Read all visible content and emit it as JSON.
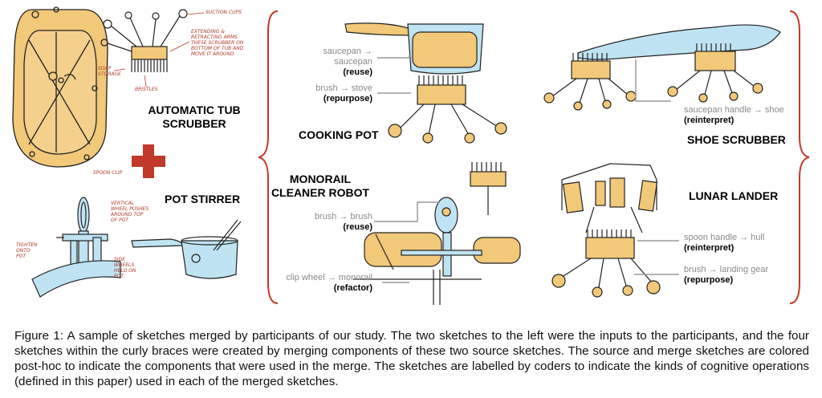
{
  "figure": {
    "source_titles": {
      "tub": "AUTOMATIC TUB SCRUBBER",
      "pot": "POT STIRRER"
    },
    "merge_titles": {
      "cooking_pot": "COOKING POT",
      "shoe_scrubber": "SHOE SCRUBBER",
      "monorail": "MONORAIL CLEANER ROBOT",
      "lunar_lander": "LUNAR LANDER"
    },
    "operations": {
      "cooking_pot_1": {
        "mapping": "saucepan → saucepan",
        "kind": "(reuse)"
      },
      "cooking_pot_2": {
        "mapping": "brush → stove",
        "kind": "(repurpose)"
      },
      "shoe_1": {
        "mapping": "saucepan handle → shoe",
        "kind": "(reinterpret)"
      },
      "monorail_1": {
        "mapping": "brush → brush",
        "kind": "(reuse)"
      },
      "monorail_2": {
        "mapping": "clip wheel → monorail",
        "kind": "(refactor)"
      },
      "lunar_1": {
        "mapping": "spoon handle → hull",
        "kind": "(reinterpret)"
      },
      "lunar_2": {
        "mapping": "brush → landing gear",
        "kind": "(repurpose)"
      }
    },
    "annotations": {
      "suction_cups": "SUCTION CUPS",
      "rotating_arms": "EXTENDING & RETRACTING ARMS THESE SCRUBBER ON BOTTOM OF TUB AND MOVE IT AROUND",
      "soap_storage": "SOAP STORAGE",
      "bristles": "BRISTLES",
      "spoon_clip": "SPOON CLIP",
      "vertical_wheel": "VERTICAL WHEEL PUSHES AROUND TOP OF POT",
      "tighten": "TIGHTEN ONTO POT",
      "side_wheels": "SIDE WHEELS HELD ON POT"
    },
    "colors": {
      "fill": "#F2C879",
      "water": "#BFE3F2",
      "accent_red": "#C0392B",
      "pointer": "#9a9a9a"
    }
  },
  "caption": "Figure 1: A sample of sketches merged by participants of our study. The two sketches to the left were the inputs to the participants, and the four sketches within the curly braces were created by merging components of these two source sketches. The source and merge sketches are colored post-hoc to indicate the components that were used in the merge. The sketches are labelled by coders to indicate the kinds of cognitive operations (defined in this paper) used in each of the merged sketches."
}
